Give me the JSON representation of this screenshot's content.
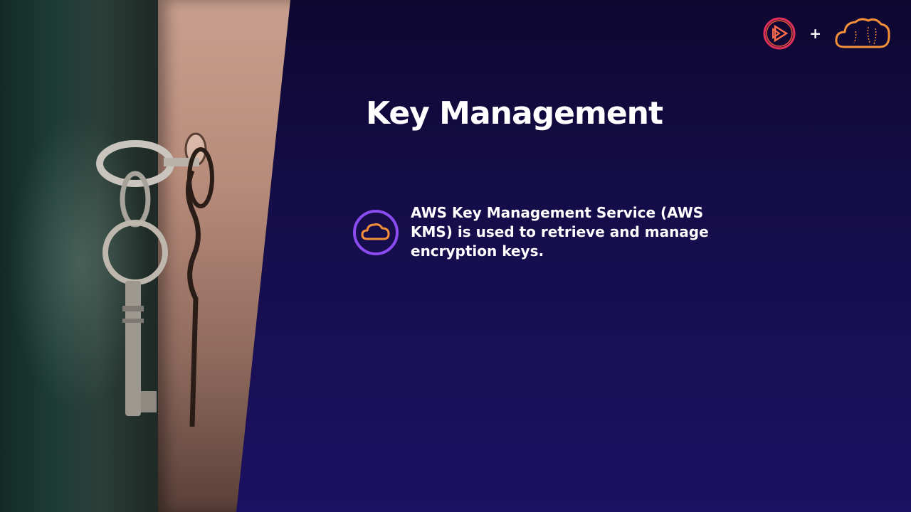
{
  "slide": {
    "title": "Key Management",
    "bullets": [
      {
        "icon": "cloud-icon",
        "text": "AWS Key Management Service (AWS KMS) is used to retrieve and manage encryption keys."
      }
    ]
  },
  "brand": {
    "left_icon": "play-icon",
    "separator": "+",
    "right_icon": "cloud-icon"
  },
  "colors": {
    "background": "#150d49",
    "accent_orange": "#f5903a",
    "accent_purple": "#8a4cf0",
    "accent_red": "#e0305a",
    "text": "#ffffff"
  },
  "photo": {
    "subject": "keys-in-door-lock"
  }
}
